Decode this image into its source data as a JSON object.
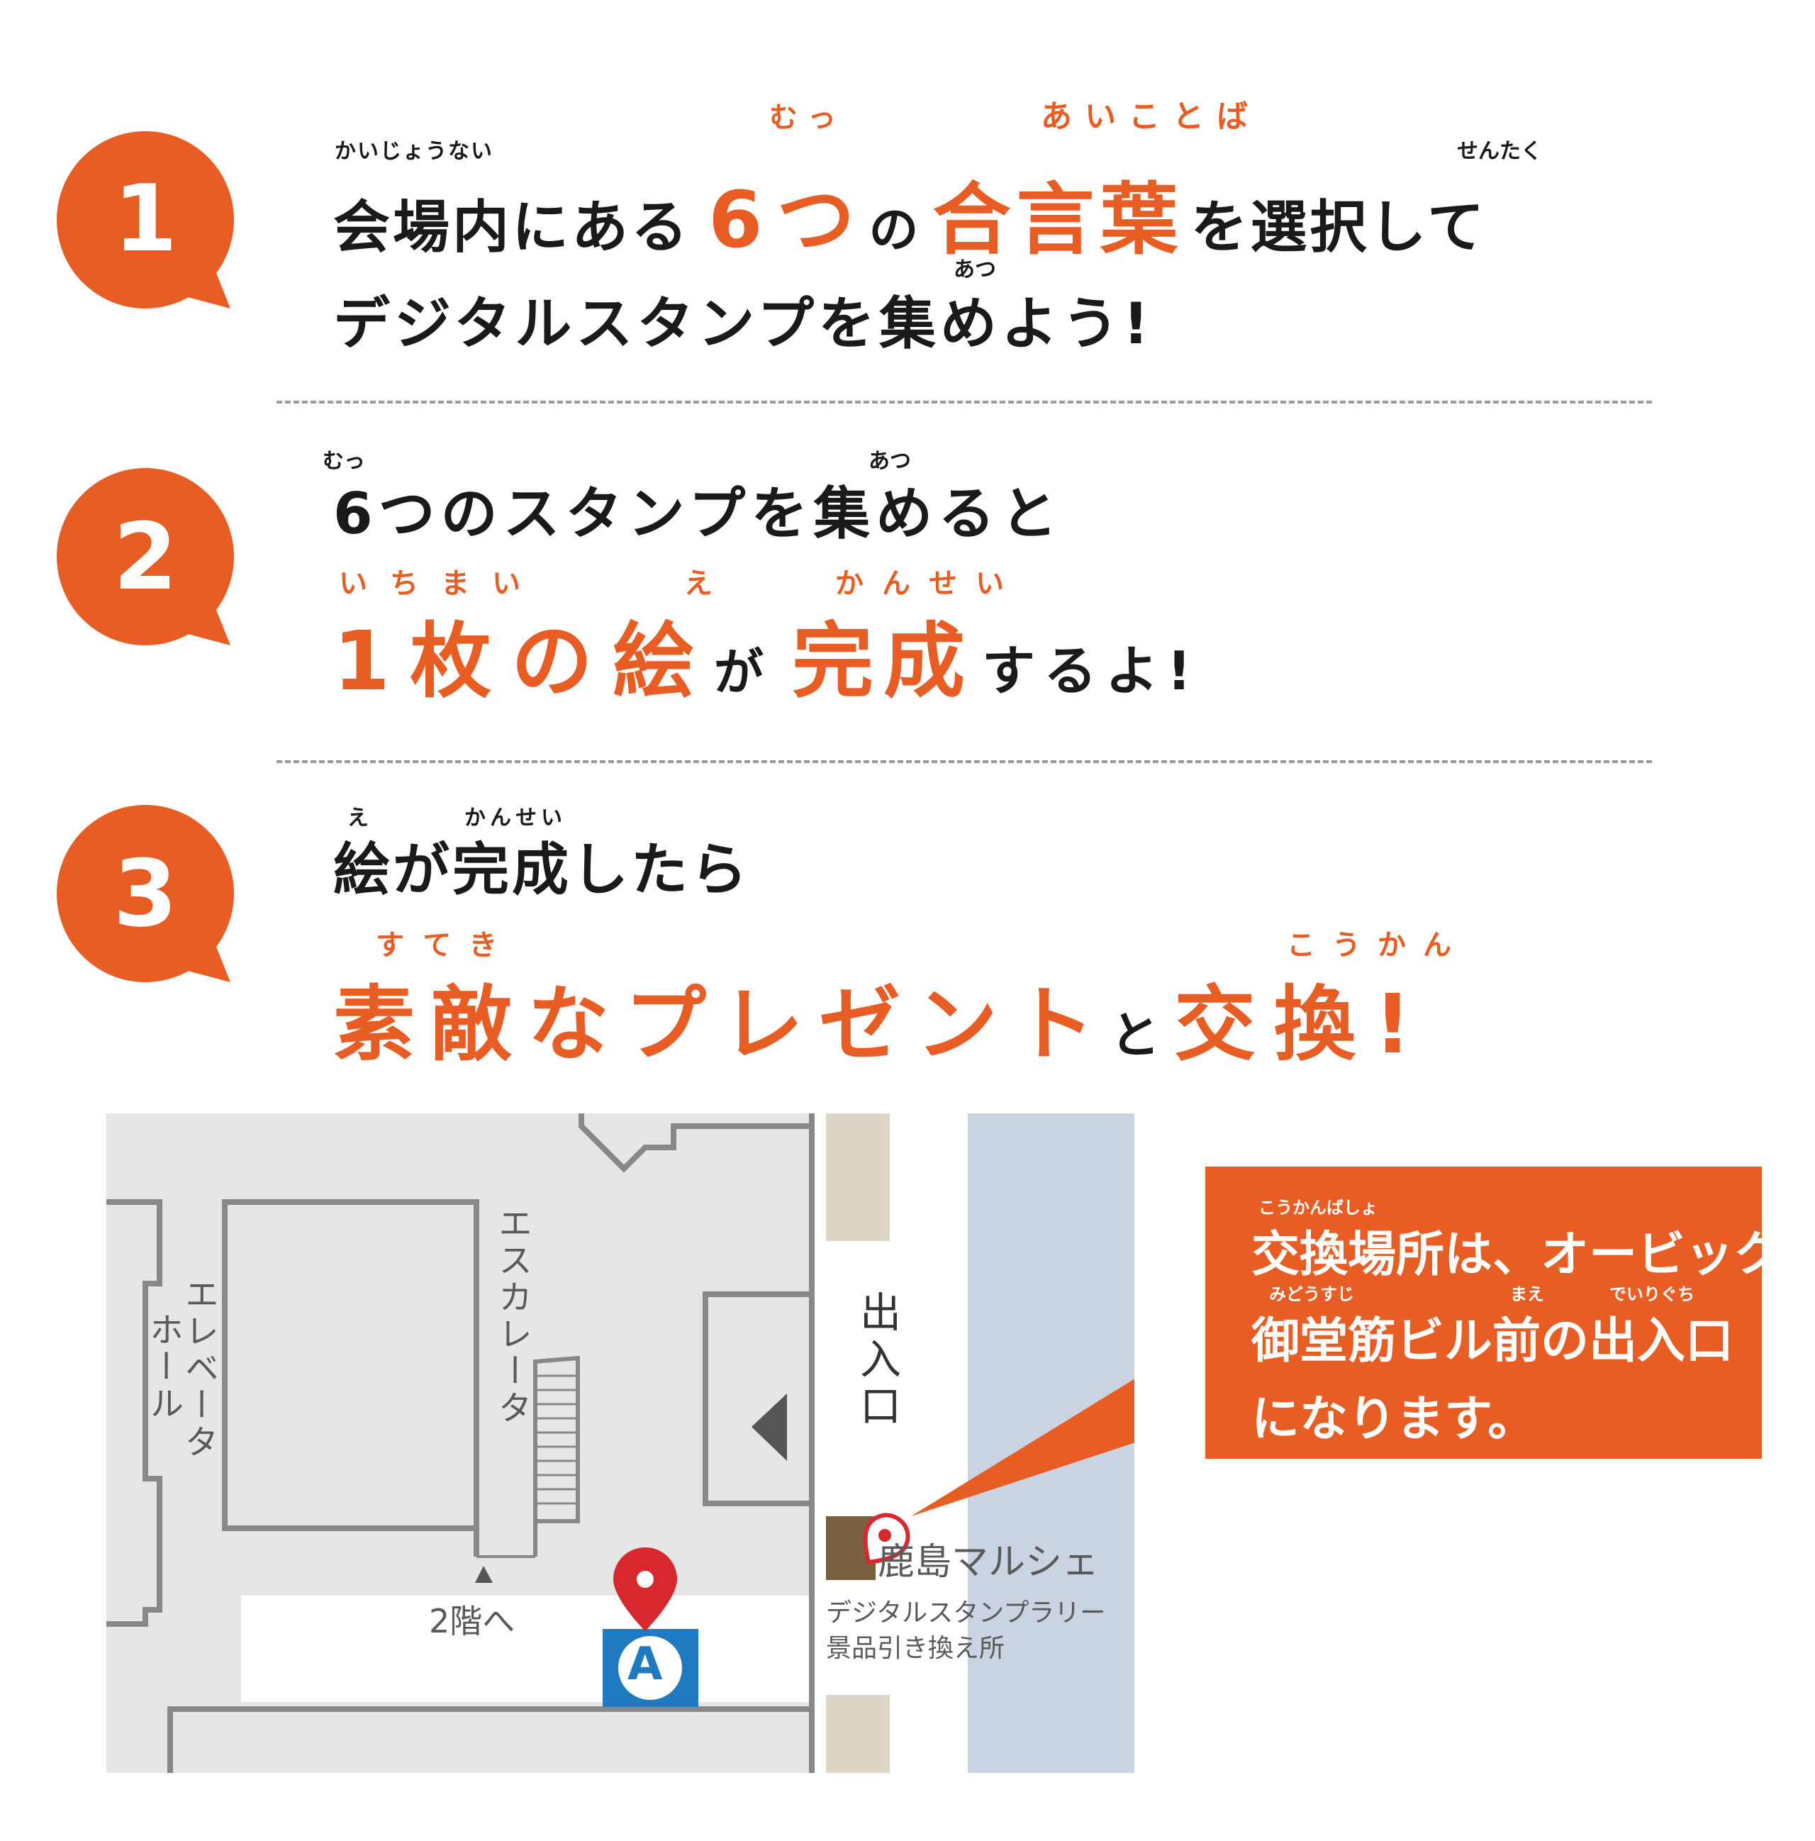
{
  "steps": [
    {
      "number": "1",
      "ruby": {
        "kaijounai": "かいじょうない",
        "mutt": "むっ",
        "aikotoba": "あいことば",
        "sentaku": "せんたく",
        "atsu": "あつ"
      },
      "line1": {
        "a": "会場内にある",
        "b": "6つ",
        "c": "の",
        "d": "合言葉",
        "e": "を選択して"
      },
      "line2": "デジタルスタンプを集めよう!"
    },
    {
      "number": "2",
      "ruby": {
        "mutt": "むっ",
        "atsu": "あつ",
        "ichimai": "いちまい",
        "e": "え",
        "kansei": "かんせい"
      },
      "line1": "6つのスタンプを集めると",
      "line2": {
        "a": "1枚の絵",
        "b": "が",
        "c": "完成",
        "d": "するよ!"
      }
    },
    {
      "number": "3",
      "ruby": {
        "e": "え",
        "kansei": "かんせい",
        "suteki": "すてき",
        "koukan": "こうかん"
      },
      "line1": "絵が完成したら",
      "line2": {
        "a": "素敵なプレゼント",
        "b": "と",
        "c": "交換!"
      }
    }
  ],
  "map": {
    "elevator_hall": [
      "エレベータ",
      "ホール"
    ],
    "escalator": "エスカレータ",
    "exit": "出入口",
    "to_second_floor": "2階へ",
    "marker_letter": "A",
    "shop_name": "鹿島マルシェ",
    "shop_desc1": "デジタルスタンプラリー",
    "shop_desc2": "景品引き換え所"
  },
  "callout": {
    "ruby1": "こうかんばしょ",
    "line1": "交換場所は、オービック",
    "ruby2a": "みどうすじ",
    "ruby2b": "まえ",
    "ruby2c": "でいりぐち",
    "line2": "御堂筋ビル前の出入口",
    "line3": "になります。"
  },
  "colors": {
    "accent": "#e85d24",
    "map_bg": "#e6e6e6",
    "street": "#c9d3e1",
    "sidewalk": "#ddd5c6",
    "shop": "#7a6240",
    "marker": "#d7282f",
    "station": "#1f7ac0"
  }
}
